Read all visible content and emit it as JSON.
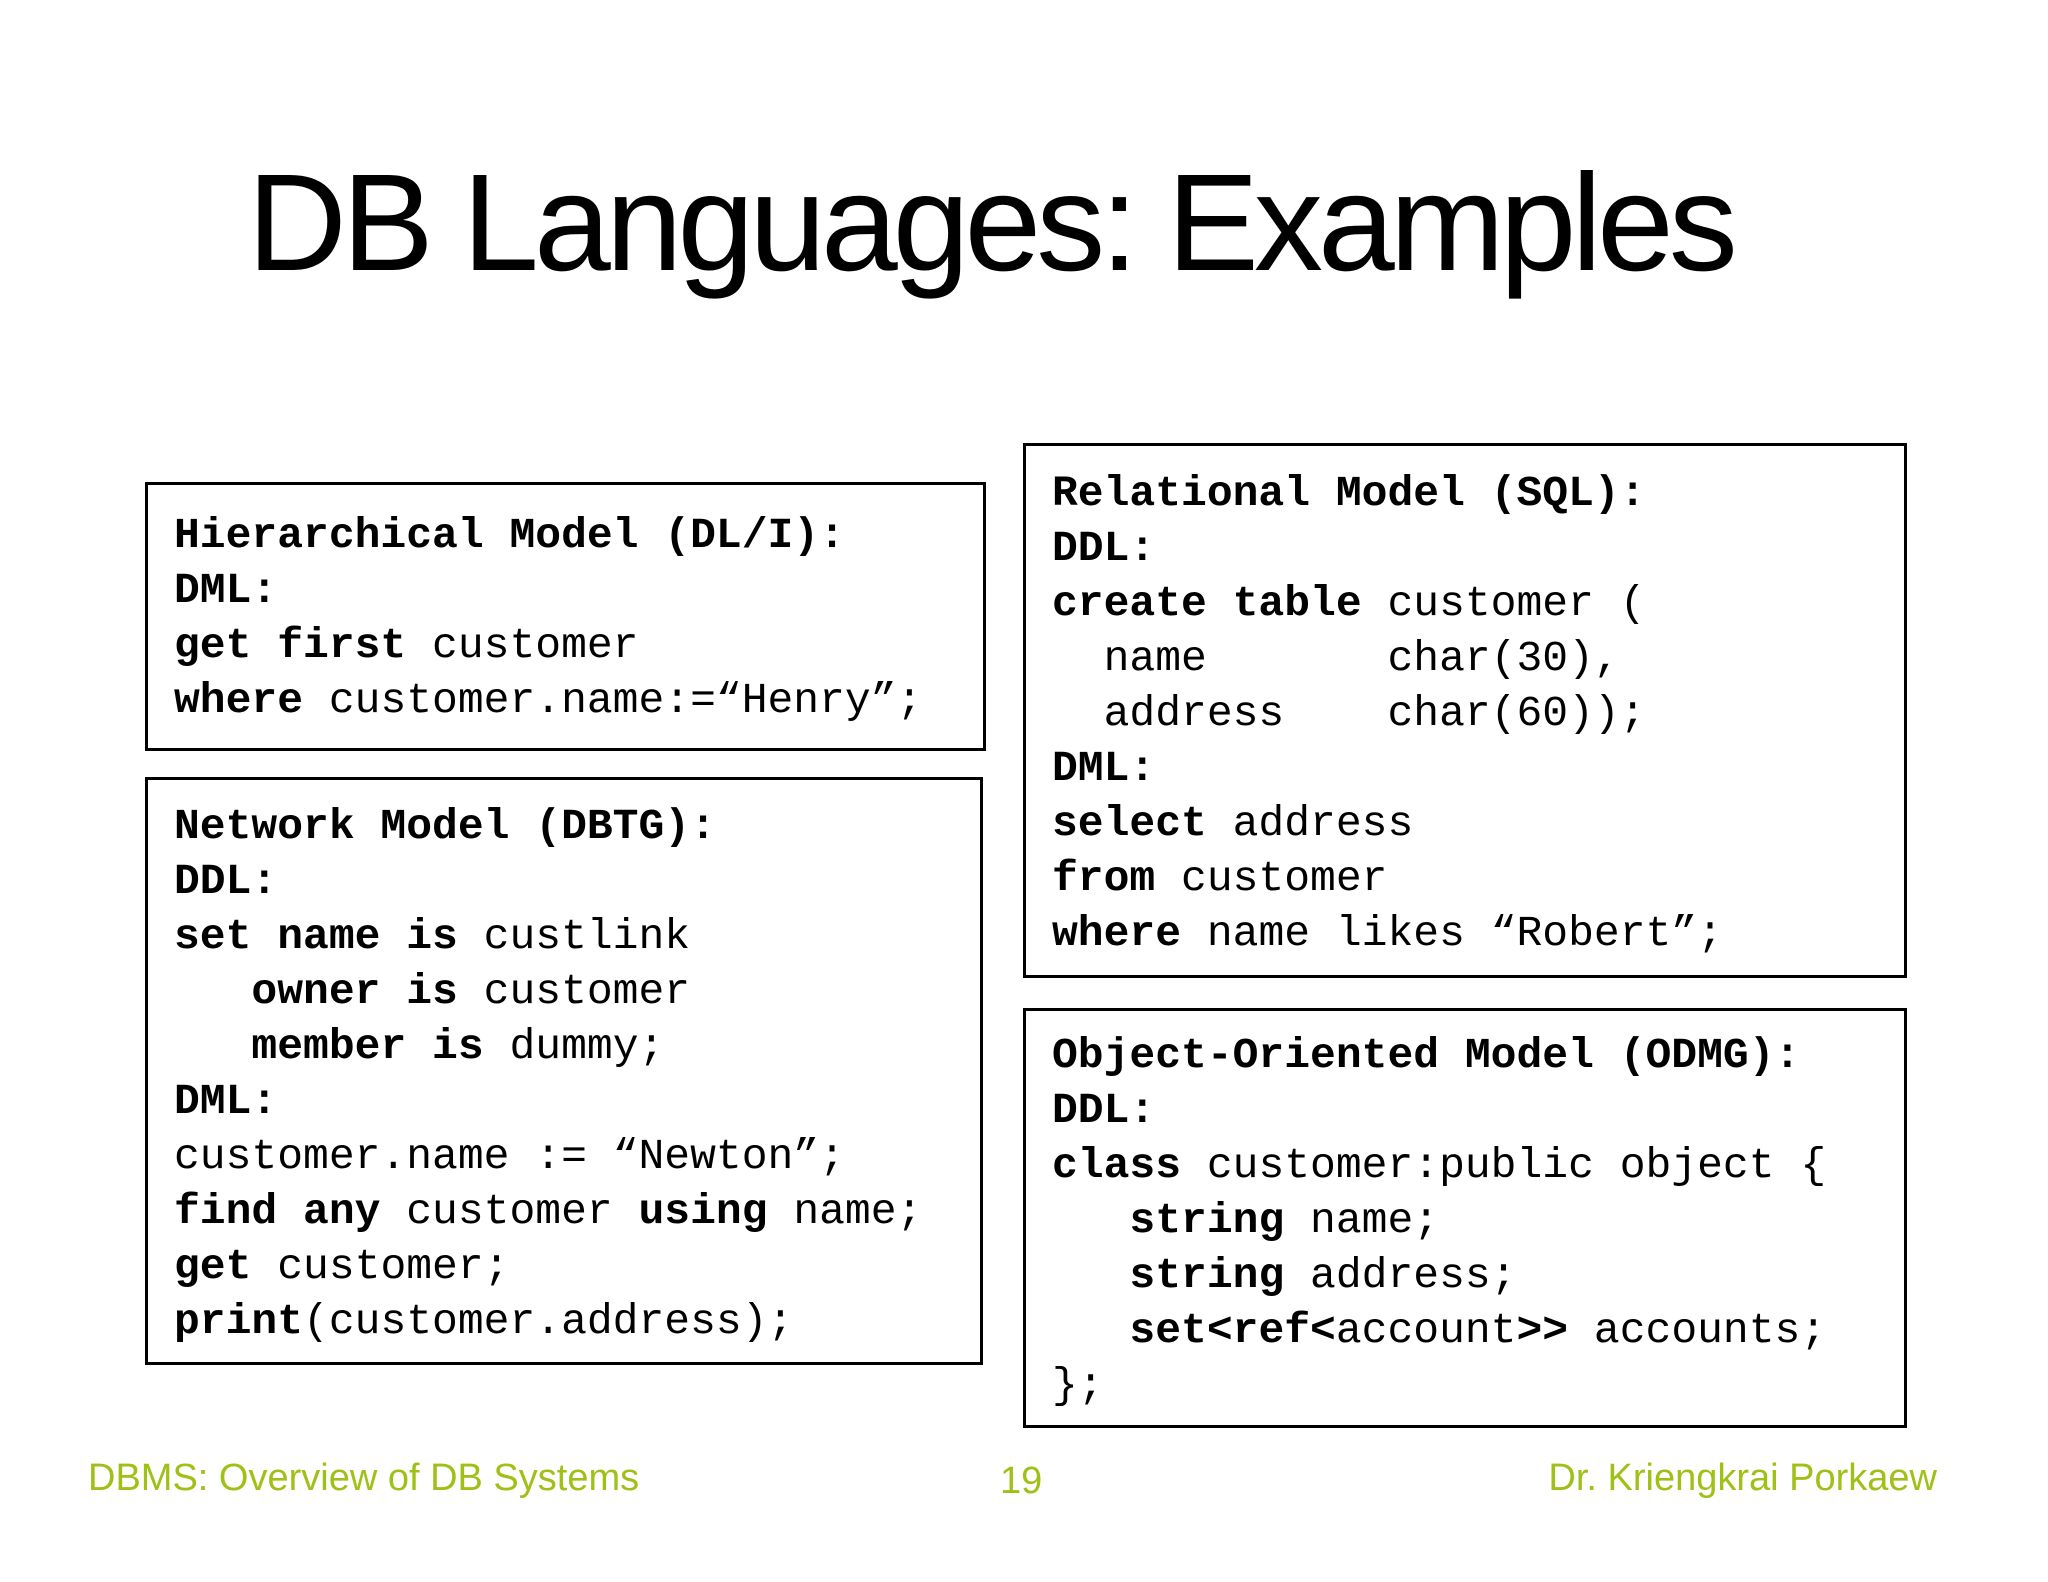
{
  "slide": {
    "title": "DB Languages: Examples",
    "boxes": [
      {
        "name": "hierarchical-model-box",
        "lines": [
          [
            {
              "t": "Hierarchical Model (DL/I):",
              "b": true
            }
          ],
          [
            {
              "t": "DML:",
              "b": true
            }
          ],
          [
            {
              "t": "get first",
              "b": true
            },
            {
              "t": " customer"
            }
          ],
          [
            {
              "t": "where",
              "b": true
            },
            {
              "t": " customer.name:=“Henry”;"
            }
          ]
        ]
      },
      {
        "name": "network-model-box",
        "lines": [
          [
            {
              "t": "Network Model (DBTG):",
              "b": true
            }
          ],
          [
            {
              "t": "DDL:",
              "b": true
            }
          ],
          [
            {
              "t": "set name is",
              "b": true
            },
            {
              "t": " custlink"
            }
          ],
          [
            {
              "t": "   "
            },
            {
              "t": "owner is",
              "b": true
            },
            {
              "t": " customer"
            }
          ],
          [
            {
              "t": "   "
            },
            {
              "t": "member is",
              "b": true
            },
            {
              "t": " dummy;"
            }
          ],
          [
            {
              "t": "DML:",
              "b": true
            }
          ],
          [
            {
              "t": "customer.name := “Newton”;"
            }
          ],
          [
            {
              "t": "find any",
              "b": true
            },
            {
              "t": " customer "
            },
            {
              "t": "using",
              "b": true
            },
            {
              "t": " name;"
            }
          ],
          [
            {
              "t": "get",
              "b": true
            },
            {
              "t": " customer;"
            }
          ],
          [
            {
              "t": "print",
              "b": true
            },
            {
              "t": "(customer.address);"
            }
          ]
        ]
      },
      {
        "name": "relational-model-box",
        "lines": [
          [
            {
              "t": "Relational Model (SQL):",
              "b": true
            }
          ],
          [
            {
              "t": "DDL:",
              "b": true
            }
          ],
          [
            {
              "t": "create table",
              "b": true
            },
            {
              "t": " customer ("
            }
          ],
          [
            {
              "t": "  name       char(30),"
            }
          ],
          [
            {
              "t": "  address    char(60));"
            }
          ],
          [
            {
              "t": "DML:",
              "b": true
            }
          ],
          [
            {
              "t": "select",
              "b": true
            },
            {
              "t": " address"
            }
          ],
          [
            {
              "t": "from",
              "b": true
            },
            {
              "t": " customer"
            }
          ],
          [
            {
              "t": "where",
              "b": true
            },
            {
              "t": " name likes “Robert”;"
            }
          ]
        ]
      },
      {
        "name": "object-oriented-model-box",
        "lines": [
          [
            {
              "t": "Object-Oriented Model (ODMG):",
              "b": true
            }
          ],
          [
            {
              "t": "DDL:",
              "b": true
            }
          ],
          [
            {
              "t": "class",
              "b": true
            },
            {
              "t": " customer:public object {"
            }
          ],
          [
            {
              "t": "   "
            },
            {
              "t": "string",
              "b": true
            },
            {
              "t": " name;"
            }
          ],
          [
            {
              "t": "   "
            },
            {
              "t": "string",
              "b": true
            },
            {
              "t": " address;"
            }
          ],
          [
            {
              "t": "   "
            },
            {
              "t": "set<ref<",
              "b": true
            },
            {
              "t": "account"
            },
            {
              "t": ">>",
              "b": true
            },
            {
              "t": " accounts;"
            }
          ],
          [
            {
              "t": "};"
            }
          ]
        ]
      }
    ],
    "footer": {
      "left": "DBMS: Overview of DB Systems",
      "page": "19",
      "right": "Dr. Kriengkrai Porkaew"
    },
    "colors": {
      "footer_green": "#9fc117",
      "text": "#000000",
      "border": "#000000",
      "background": "#ffffff"
    }
  }
}
